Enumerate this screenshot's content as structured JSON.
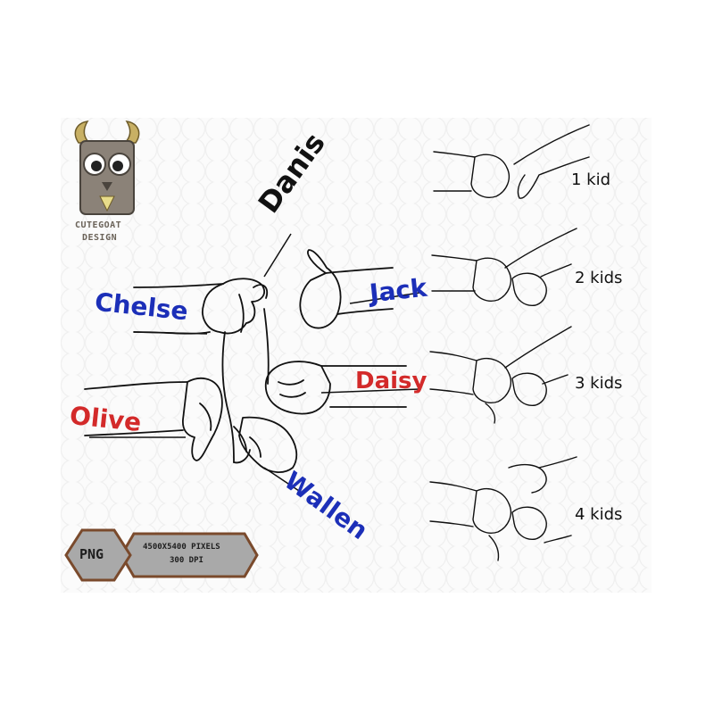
{
  "brand": {
    "name_line1": "CUTEGOAT",
    "name_line2": "DESIGN",
    "icon": "goat-logo-icon",
    "color": "#8b8278"
  },
  "names": [
    {
      "key": "danis",
      "label": "Danis",
      "color": "#111111"
    },
    {
      "key": "jack",
      "label": "Jack",
      "color": "#1c2fb8"
    },
    {
      "key": "chelse",
      "label": "Chelse",
      "color": "#1c2fb8"
    },
    {
      "key": "daisy",
      "label": "Daisy",
      "color": "#d32a2a"
    },
    {
      "key": "olive",
      "label": "Olive",
      "color": "#d32a2a"
    },
    {
      "key": "wallen",
      "label": "Wallen",
      "color": "#1c2fb8"
    }
  ],
  "variants": [
    {
      "label": "1 kid"
    },
    {
      "label": "2 kids"
    },
    {
      "label": "3 kids"
    },
    {
      "label": "4 kids"
    }
  ],
  "badge": {
    "format": "PNG",
    "pixels": "4500X5400 PIXELS",
    "dpi": "300 DPI"
  },
  "colors": {
    "blue_name": "#1c2fb8",
    "red_name": "#d32a2a",
    "outline": "#111111",
    "badge_border": "#7a4a2c",
    "badge_fill": "#a9a9a9"
  }
}
